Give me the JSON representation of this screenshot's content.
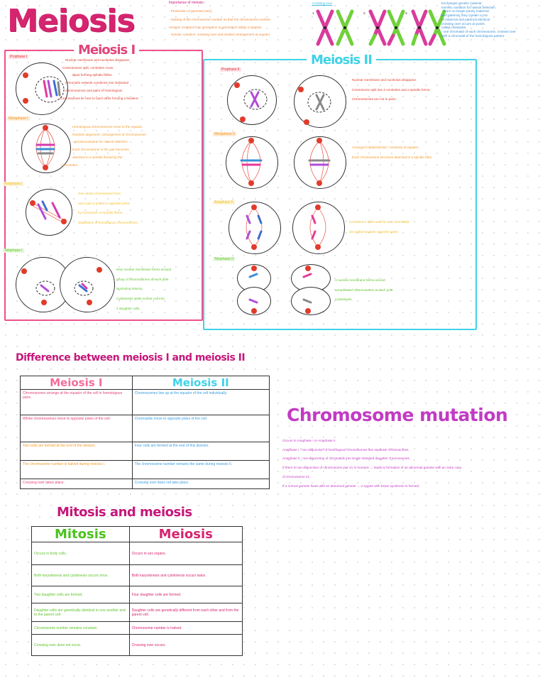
{
  "title": "Meiosis",
  "importance": {
    "heading": "Importance of meiosis :",
    "lines": [
      "- Production of gametes (sex).",
      "- Halving of the chromosome number so that the chromosome number",
      "  remains constant from generation to generation within a species.",
      "- Genetic variation: crossing over and random arrangement at equator"
    ]
  },
  "crossing_over": {
    "heading": "Crossing over",
    "numbers": [
      "1.",
      "2.",
      "3."
    ],
    "notes": [
      "Exchanges genetic material.",
      "Genetic variation for natural selection.",
      "- more no longer purely maternal",
      "  and paternal; they contain a mix",
      "  of maternal and paternal identical",
      "  crossing over occurs at points",
      "  called chiasmata.",
      "- one chromatid of each chromosome, crossed over",
      "  with a chromatid of the homologous partner."
    ]
  },
  "meiosis1": {
    "heading": "Meiosis I",
    "stages": [
      {
        "label": "Prophase I",
        "lines": [
          "Nuclear membrane and nucleolus disappear.",
          "Centrosomes split, centrioles move",
          "apart forming spindle fibres.",
          "Chromatin network condense into individual",
          "chromosomes and pairs of homologous",
          "chromosomes lie next to each other forming a bivalent."
        ]
      },
      {
        "label": "Metaphase I",
        "lines": [
          "Homologous chromosomes move to the equator.",
          "Random alignment / arrangement of chromosomes",
          "- genetic variation for natural selection.",
          "Each chromosome in the pair becomes",
          "attached to a spindle thread by the",
          "centromere."
        ]
      },
      {
        "label": "Anaphase I",
        "lines": [
          "One whole chromosome from",
          "each pair is pulled to opposite poles",
          "by contraction of spindle fibres.",
          "Separation of homologous chromosomes."
        ]
      },
      {
        "label": "Telophase I",
        "lines": [
          "New nuclear membrane forms around",
          "group of chromosomes at each pole.",
          "Nucleolus returns.",
          "Cytokinesis splits mother cell into",
          "2 daughter cells."
        ]
      }
    ]
  },
  "meiosis2": {
    "heading": "Meiosis II",
    "stages": [
      {
        "label": "Prophase II",
        "lines": [
          "Nuclear membrane and nucleolus disappear.",
          "Centrosome split into 2 centrioles and a spindle forms.",
          "Chromosomes are not in pairs."
        ]
      },
      {
        "label": "Metaphase II",
        "lines": [
          "Arranged independently / randomly at equator.",
          "Each chromosome becomes attached to a spindle fibre."
        ]
      },
      {
        "label": "Anaphase II",
        "lines": [
          "Centromere splits and the two chromatids",
          "are pulled towards opposite poles."
        ]
      },
      {
        "label": "Telophase II",
        "lines": [
          "A nuclear membrane forms around",
          "unreplicated chromosomes at each pole.",
          "Cytokinesis."
        ]
      }
    ]
  },
  "difference": {
    "heading": "Difference between meiosis I and meiosis II",
    "col1": "Meiosis I",
    "col2": "Meiosis II",
    "rows": [
      [
        "Chromosomes arrange at the equator of the cell in homologous pairs.",
        "Chromosomes line up at the equator of the cell individually."
      ],
      [
        "Whole chromosomes move to opposite poles of the cell.",
        "Chromatids move to opposite poles of the cell."
      ],
      [
        "Two cells are formed at the end of the division.",
        "Four cells are formed at the end of this division."
      ],
      [
        "The chromosome number is halved during meiosis I.",
        "The chromosome number remains the same during meiosis II."
      ],
      [
        "Crossing over takes place.",
        "Crossing over does not take place."
      ]
    ]
  },
  "mutation": {
    "heading": "Chromosome mutation",
    "lines": [
      "Occurs in Anaphase I or Anaphase II.",
      "Anaphase I : non-disjunction of homologous chromosomes into separate chromosomes.",
      "Anaphase II : non-disjunction of chromatids into single stranded daughter chromosomes.",
      "If there is non-disjunction of chromosome pair 21 in humans → leads to formation of an abnormal gamete with an extra copy",
      "of chromosome 21.",
      "If a normal gamete fuses with an abnormal gamete → a zygote with Down syndrome is formed."
    ]
  },
  "mitosis_meiosis": {
    "heading": "Mitosis and meiosis",
    "col1": "Mitosis",
    "col2": "Meiosis",
    "rows": [
      [
        "Occurs in body cells.",
        "Occurs in sex organs."
      ],
      [
        "Both karyokinesis and cytokinesis occurs once.",
        "Both karyokinesis and cytokinesis occurs twice."
      ],
      [
        "Two daughter cells are formed.",
        "Four daughter cells are formed."
      ],
      [
        "Daughter cells are genetically identical to one another and to the parent cell.",
        "Daughter cells are genetically different from each other and from the parent cell."
      ],
      [
        "Chromosome number remains constant.",
        "Chromosome number is halved."
      ],
      [
        "Crossing over does not occur.",
        "Crossing over occurs."
      ]
    ]
  },
  "colors": {
    "pink": "#e0457b",
    "magenta": "#c5177a",
    "cyan": "#3fd2e8",
    "orange": "#f39a2b",
    "green": "#5fc42b",
    "purple": "#b24bd6",
    "red": "#e23a2a"
  }
}
